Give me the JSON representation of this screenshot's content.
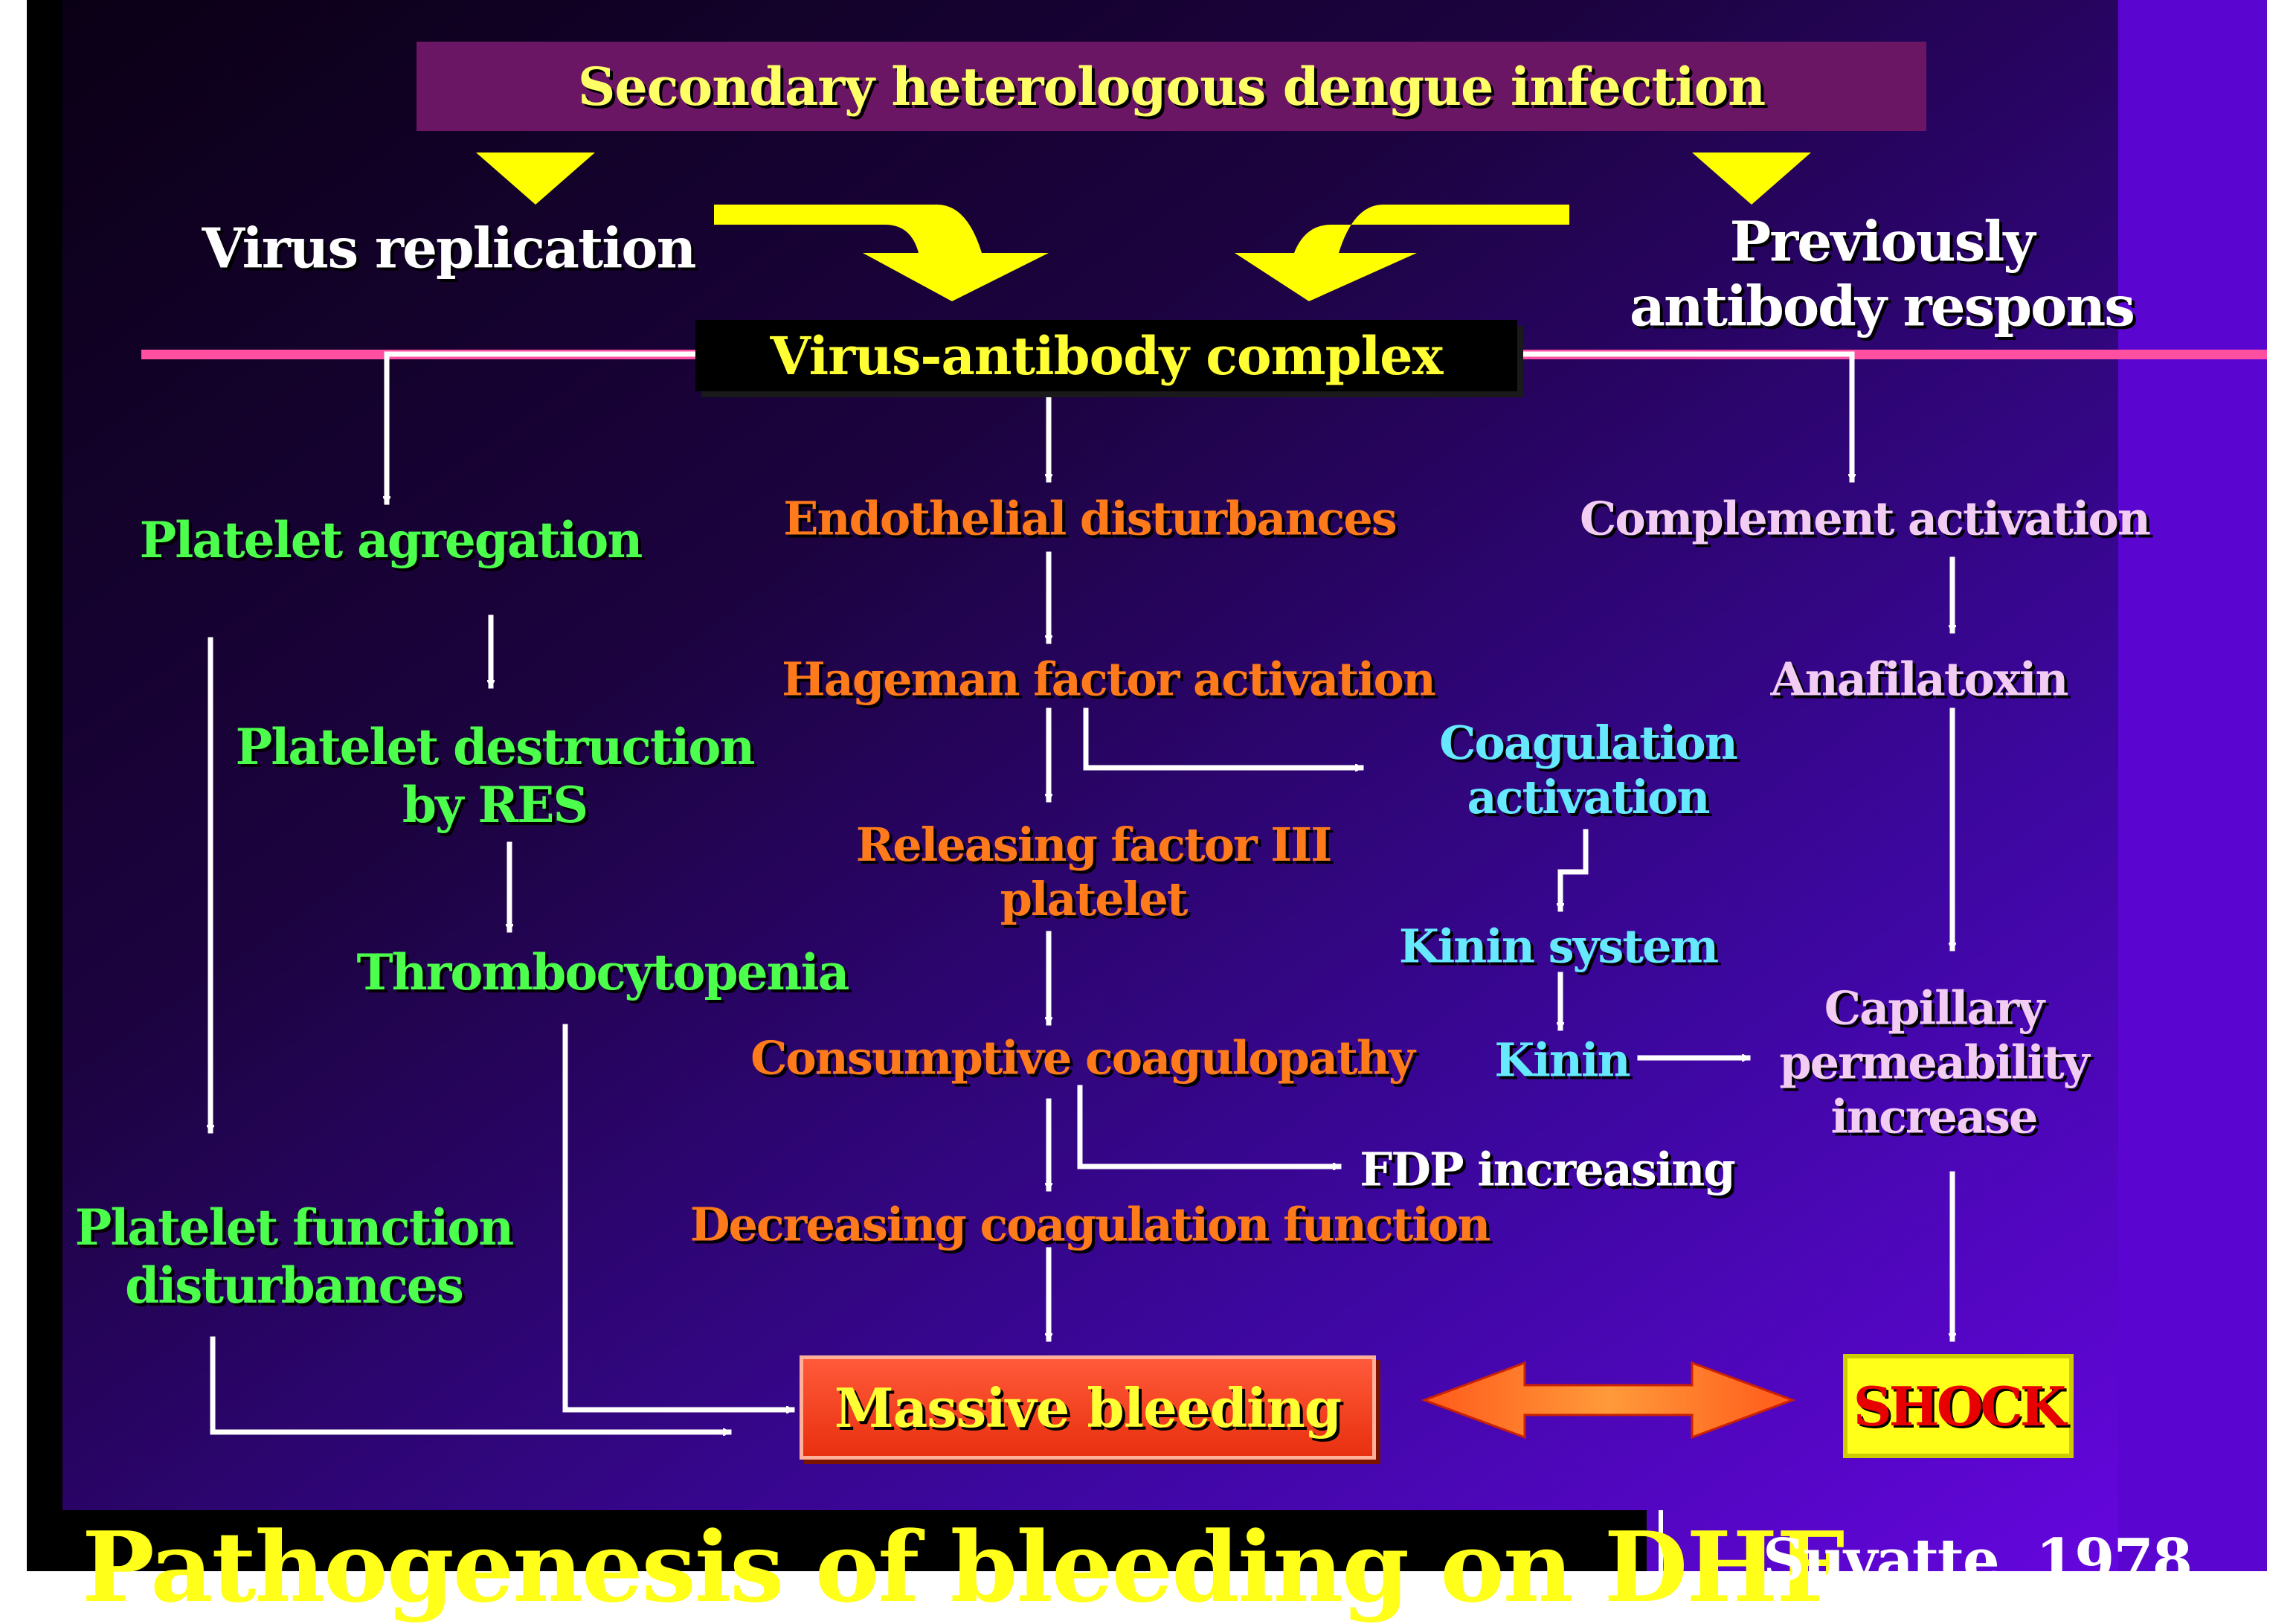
{
  "colors": {
    "background_dark": "#0a0014",
    "background_purple": "#6a06e6",
    "title_bar": "#6a1664",
    "arrow_yellow": "#ffff00",
    "connector_white": "#ffffff",
    "divider_pink": "#ff4fa0",
    "text_white": "#ffffff",
    "text_green": "#4dff4d",
    "text_orange": "#ff7a1a",
    "text_pink": "#f2ccf2",
    "text_cyan": "#66e8ff",
    "bleeding_red": "#ff4522",
    "shock_yellow": "#ffff1a",
    "shock_text_red": "#e80000"
  },
  "title": "Secondary heterologous dengue infection",
  "nodes": {
    "virus_replication": "Virus replication",
    "previously_antibody": "Previously\nantibody respons",
    "virus_antibody_complex": "Virus-antibody complex",
    "platelet_agregation": "Platelet agregation",
    "platelet_destruction": "Platelet destruction\nby RES",
    "thrombocytopenia": "Thrombocytopenia",
    "platelet_function": "Platelet function\ndisturbances",
    "endothelial": "Endothelial disturbances",
    "hageman": "Hageman factor activation",
    "releasing_factor": "Releasing factor III\nplatelet",
    "consumptive": "Consumptive coagulopathy",
    "decreasing_coagulation": "Decreasing coagulation function",
    "fdp": "FDP increasing",
    "coagulation_activation": "Coagulation\nactivation",
    "kinin_system": "Kinin system",
    "kinin": "Kinin",
    "complement": "Complement activation",
    "anafilatoxin": "Anafilatoxin",
    "capillary": "Capillary\npermeability\nincrease",
    "massive_bleeding": "Massive bleeding",
    "shock": "SHOCK"
  },
  "footer": {
    "title": "Pathogenesis of bleeding on DHF",
    "author": "Suvatte, 1978"
  }
}
